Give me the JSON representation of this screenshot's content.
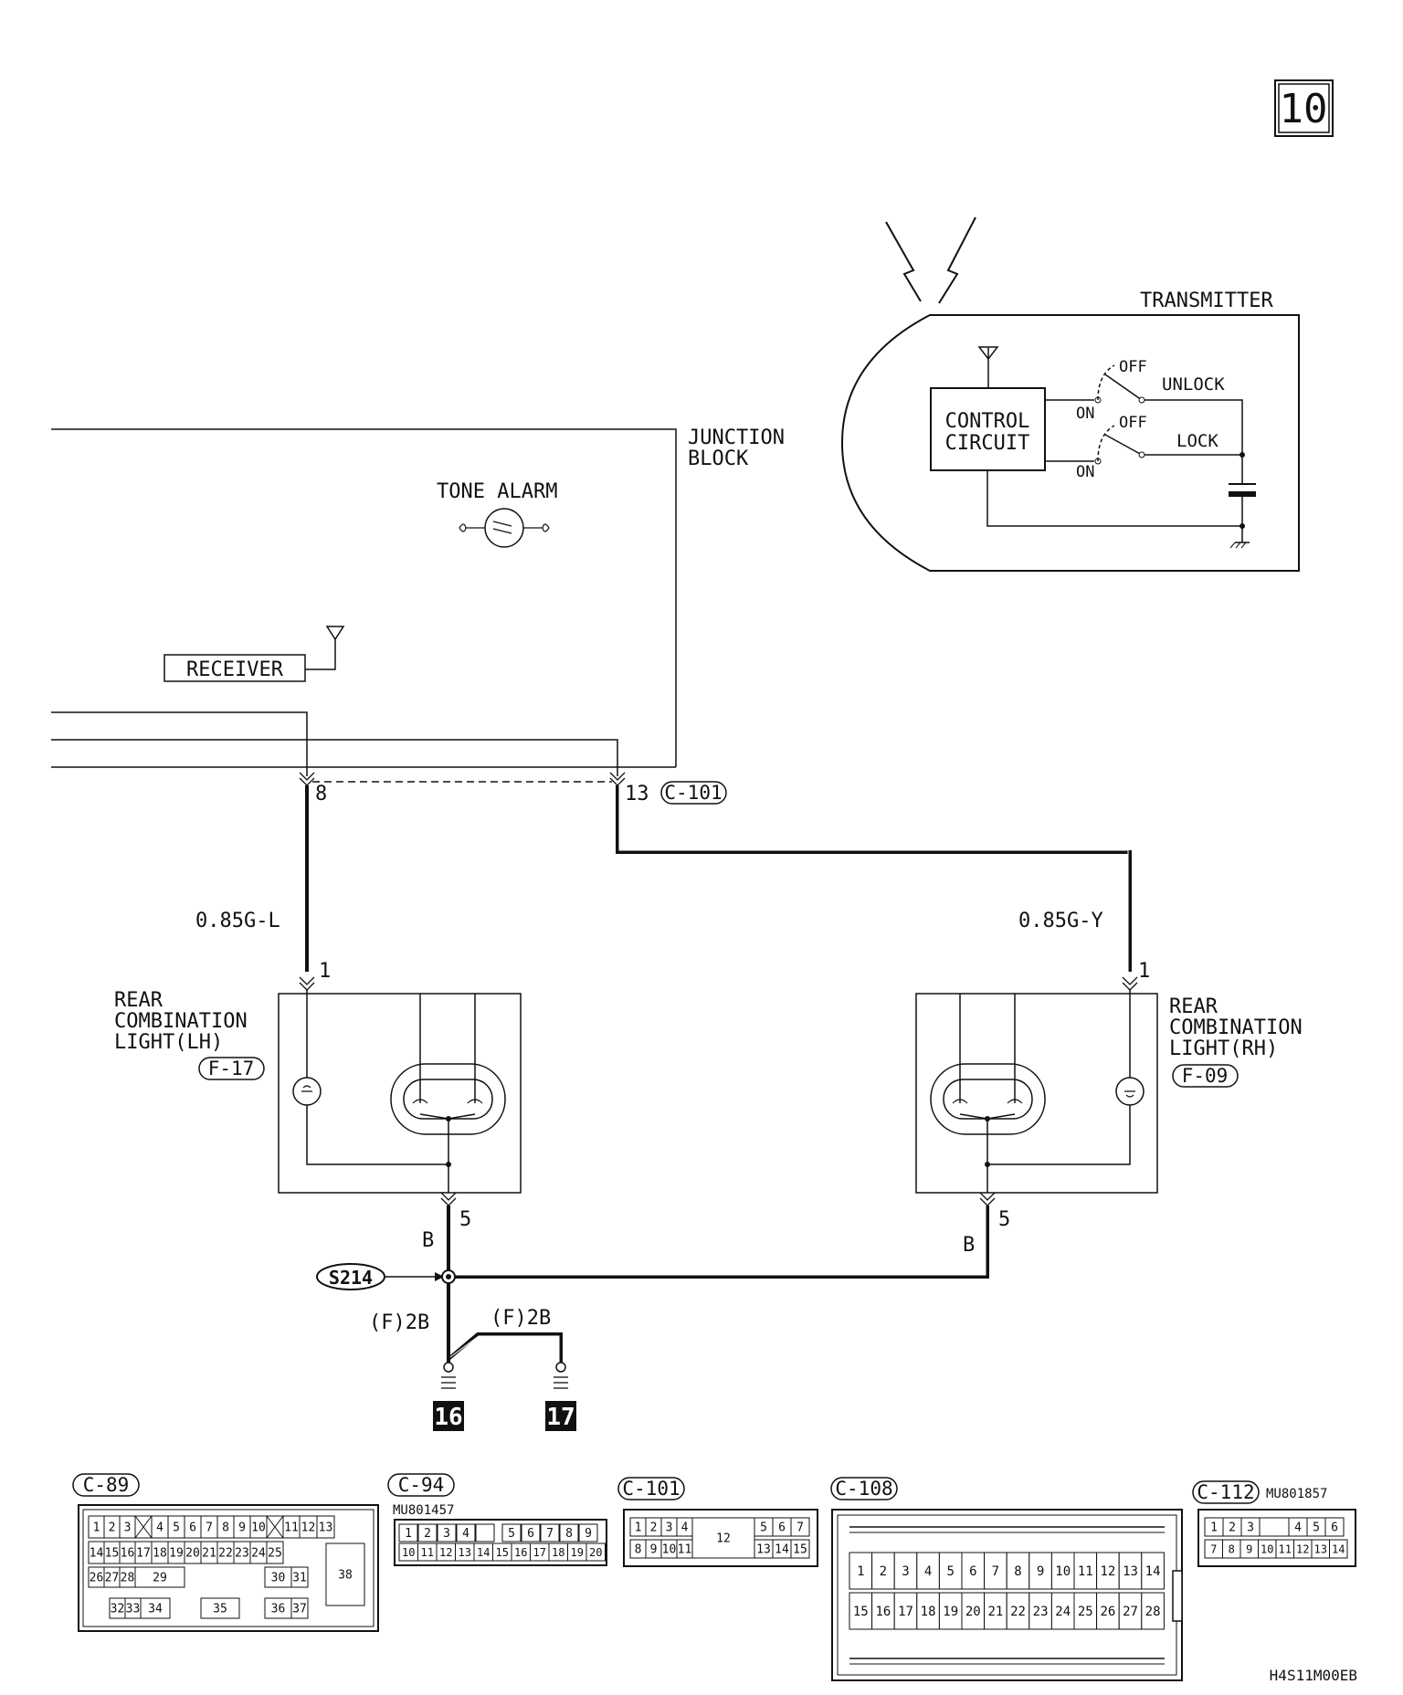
{
  "page_number": "10",
  "footer_code": "H4S11M00EB",
  "transmitter": {
    "title": "TRANSMITTER",
    "control_circuit": [
      "CONTROL",
      "CIRCUIT"
    ],
    "switches": [
      {
        "off": "OFF",
        "on": "ON",
        "name": "UNLOCK"
      },
      {
        "off": "OFF",
        "on": "ON",
        "name": "LOCK"
      }
    ]
  },
  "junction_block": {
    "label": [
      "JUNCTION",
      "BLOCK"
    ],
    "tone_alarm": "TONE ALARM",
    "receiver": "RECEIVER",
    "pin_left": "8",
    "pin_right": "13",
    "connector": "C-101"
  },
  "wires": {
    "left_color": "0.85G-L",
    "right_color": "0.85G-Y",
    "ground_left": "B",
    "ground_right": "B",
    "ground_branch_1": "(F)2B",
    "ground_branch_2": "(F)2B"
  },
  "lights": {
    "left": {
      "title": [
        "REAR",
        "COMBINATION",
        "LIGHT(LH)"
      ],
      "connector": "F-17",
      "pin_top": "1",
      "pin_bottom": "5"
    },
    "right": {
      "title": [
        "REAR",
        "COMBINATION",
        "LIGHT(RH)"
      ],
      "connector": "F-09",
      "pin_top": "1",
      "pin_bottom": "5"
    }
  },
  "splice": "S214",
  "grounds": [
    "16",
    "17"
  ],
  "connectors": {
    "c89": {
      "label": "C-89",
      "rows": [
        [
          "1",
          "2",
          "3",
          "",
          "4",
          "5",
          "6",
          "7",
          "8",
          "9",
          "10",
          "",
          "11",
          "12",
          "13"
        ],
        [
          "14",
          "15",
          "16",
          "17",
          "18",
          "19",
          "20",
          "21",
          "22",
          "23",
          "24",
          "25"
        ],
        [
          "26",
          "27",
          "28",
          "29",
          "30",
          "31",
          "38"
        ],
        [
          "32",
          "33",
          "34",
          "35",
          "36",
          "37"
        ]
      ]
    },
    "c94": {
      "label": "C-94",
      "part": "MU801457",
      "row1": [
        "1",
        "2",
        "3",
        "4",
        "",
        "5",
        "6",
        "7",
        "8",
        "9"
      ],
      "row2": [
        "10",
        "11",
        "12",
        "13",
        "14",
        "15",
        "16",
        "17",
        "18",
        "19",
        "20"
      ]
    },
    "c101": {
      "label": "C-101",
      "row1": [
        "1",
        "2",
        "3",
        "4",
        "5",
        "6",
        "7"
      ],
      "row2": [
        "8",
        "9",
        "10",
        "11",
        "13",
        "14",
        "15"
      ],
      "center": "12"
    },
    "c108": {
      "label": "C-108",
      "row1": [
        "1",
        "2",
        "3",
        "4",
        "5",
        "6",
        "7",
        "8",
        "9",
        "10",
        "11",
        "12",
        "13",
        "14"
      ],
      "row2": [
        "15",
        "16",
        "17",
        "18",
        "19",
        "20",
        "21",
        "22",
        "23",
        "24",
        "25",
        "26",
        "27",
        "28"
      ]
    },
    "c112": {
      "label": "C-112",
      "part": "MU801857",
      "row1": [
        "1",
        "2",
        "3",
        "",
        "4",
        "5",
        "6"
      ],
      "row2": [
        "7",
        "8",
        "9",
        "10",
        "11",
        "12",
        "13",
        "14"
      ]
    }
  }
}
